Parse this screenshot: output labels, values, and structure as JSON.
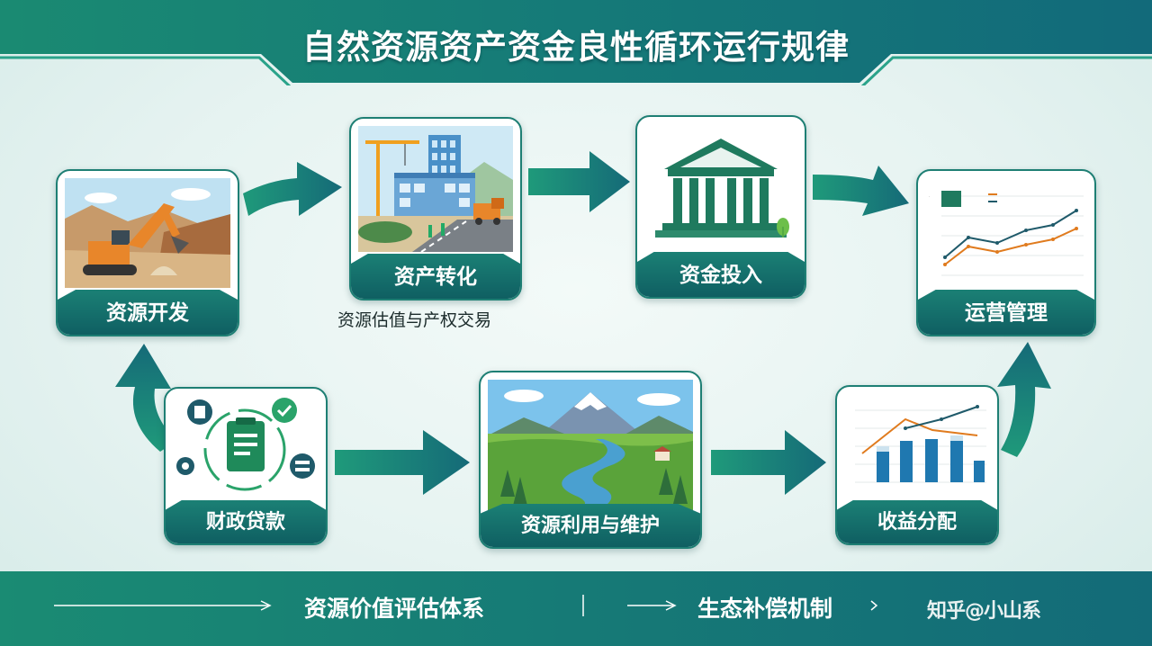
{
  "title": "自然资源资产资金良性循环运行规律",
  "stages": {
    "development": {
      "label": "资源开发"
    },
    "conversion": {
      "label": "资产转化",
      "sub": "资源估值与产权交易"
    },
    "investment": {
      "label": "资金投入"
    },
    "operation": {
      "label": "运营管理"
    },
    "finance": {
      "label": "财政贷款"
    },
    "utilization": {
      "label": "资源利用与维护"
    },
    "income": {
      "label": "收益分配"
    }
  },
  "footer": {
    "left": "资源价值评估体系",
    "right": "生态补偿机制",
    "watermark": "知乎@小山系"
  },
  "colors": {
    "primary": "#1b8075",
    "dark": "#0f5f62",
    "arrow": "#1a7f7a",
    "orange": "#e07b1e"
  },
  "icons": [
    "excavator",
    "construction-building",
    "bank-building",
    "line-chart",
    "document-clipboard",
    "landscape-river",
    "bar-chart"
  ]
}
